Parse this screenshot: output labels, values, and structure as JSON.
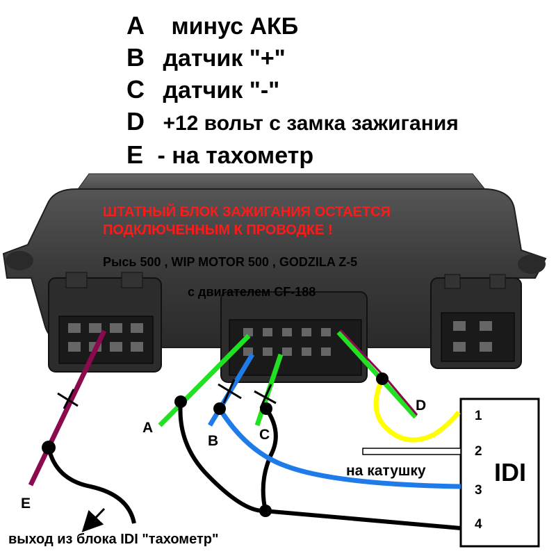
{
  "legend": {
    "items": [
      {
        "letter": "A",
        "text": "минус АКБ"
      },
      {
        "letter": "B",
        "text": "датчик \"+\""
      },
      {
        "letter": "C",
        "text": "датчик \"-\""
      },
      {
        "letter": "D",
        "text": "+12 вольт с замка зажигания"
      },
      {
        "letter": "E",
        "text": "- на тахометр"
      }
    ]
  },
  "warning": {
    "line1": "ШТАТНЫЙ БЛОК ЗАЖИГАНИЯ ОСТАЕТСЯ",
    "line2": "ПОДКЛЮЧЕННЫМ К ПРОВОДКЕ !",
    "color": "#ff1a1a"
  },
  "models": {
    "line1": "Рысь 500 , WIP MOTOR 500 , GODZILA Z-5",
    "line2": "с двигателем CF-188"
  },
  "wire_labels": {
    "a": "A",
    "b": "B",
    "c": "C",
    "d": "D",
    "e": "E"
  },
  "idi_box": {
    "title": "IDI",
    "pins": [
      "1",
      "2",
      "3",
      "4"
    ]
  },
  "coil_label": "на катушку",
  "tach_output_label": "выход из блока IDI \"тахометр\"",
  "colors": {
    "wire_green": "#22e022",
    "wire_blue": "#1e7be8",
    "wire_purple": "#8b0a4e",
    "wire_yellow": "#ffff00",
    "wire_black": "#000000",
    "ecu_body": "#3c3c3c"
  }
}
